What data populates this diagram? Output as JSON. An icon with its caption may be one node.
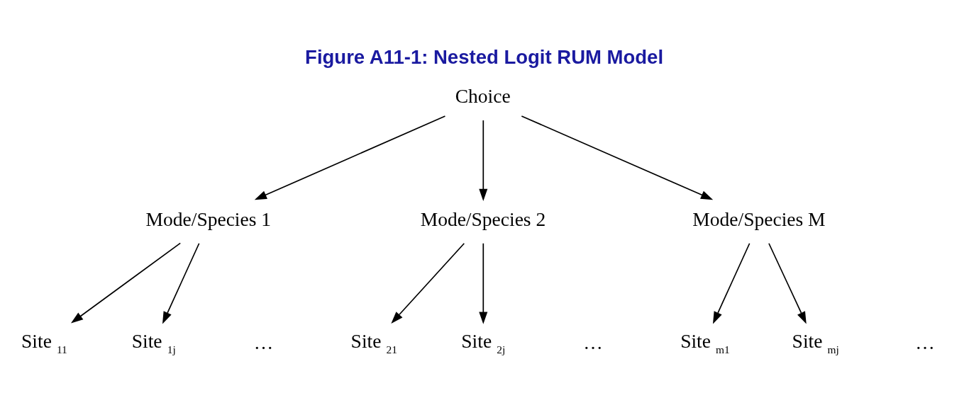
{
  "diagram": {
    "title": "Figure A11-1: Nested Logit RUM Model",
    "nodes": [
      {
        "text": [
          "Choice"
        ]
      },
      {
        "text": [
          "Mode/Species 1"
        ]
      },
      {
        "text": [
          "Mode/Species 2"
        ]
      },
      {
        "text": [
          "Mode/Species M"
        ]
      },
      {
        "text": [
          "Site $_{11}$"
        ]
      },
      {
        "text": [
          "Site $_{1j}$"
        ]
      },
      {
        "text": [
          "Site $_{21}$"
        ]
      },
      {
        "text": [
          "Site $_{2j}$"
        ]
      },
      {
        "text": [
          "Site $_{m1}$"
        ]
      },
      {
        "text": [
          "Site $_{mj}$"
        ]
      }
    ],
    "edges": [
      {
        "from": 0,
        "to": 1,
        "arrow": "to"
      },
      {
        "from": 0,
        "to": 2,
        "arrow": "to"
      },
      {
        "from": 0,
        "to": 3,
        "arrow": "to"
      },
      {
        "from": 1,
        "to": 4,
        "arrow": "to"
      },
      {
        "from": 1,
        "to": 5,
        "arrow": "to"
      },
      {
        "from": 2,
        "to": 6,
        "arrow": "to"
      },
      {
        "from": 2,
        "to": 7,
        "arrow": "to"
      },
      {
        "from": 3,
        "to": 8,
        "arrow": "to"
      },
      {
        "from": 3,
        "to": 9,
        "arrow": "to"
      }
    ],
    "labels": [
      "…",
      "…",
      "…"
    ]
  }
}
